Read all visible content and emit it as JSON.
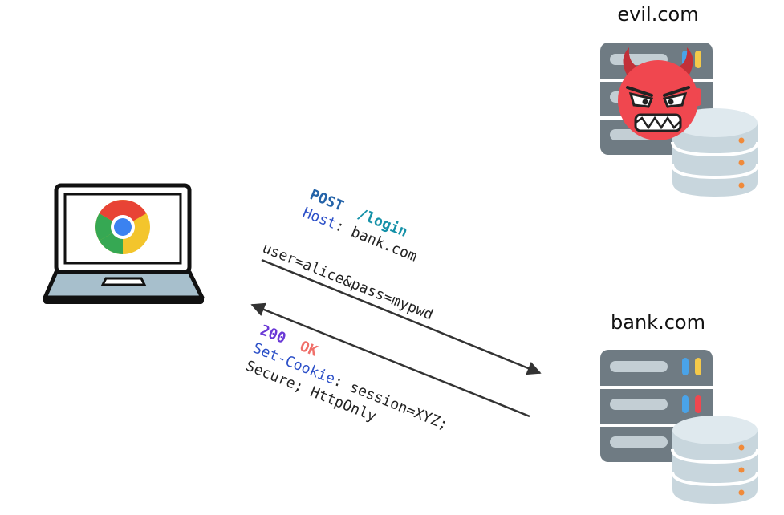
{
  "servers": {
    "evil": {
      "label": "evil.com",
      "icon": "devil-face-icon"
    },
    "bank": {
      "label": "bank.com"
    }
  },
  "client": {
    "icon": "laptop-icon",
    "browser_icon": "chrome-icon"
  },
  "request": {
    "method": "POST",
    "path": "/login",
    "host_key": "Host",
    "host_value": ": bank.com",
    "body": "user=alice&pass=mypwd"
  },
  "response": {
    "status_code": "200",
    "status_text": "OK",
    "cookie_key": "Set-Cookie",
    "cookie_value": ": session=XYZ;",
    "cookie_flags": "Secure; HttpOnly"
  },
  "colors": {
    "method": "#2463a8",
    "path": "#1591a8",
    "header_key": "#2c50c8",
    "status_code": "#6a39d6",
    "status_text": "#f0706a",
    "text": "#222222",
    "devil": "#f0474f",
    "server_body": "#6f7b83",
    "db_body": "#c8d6dd"
  }
}
